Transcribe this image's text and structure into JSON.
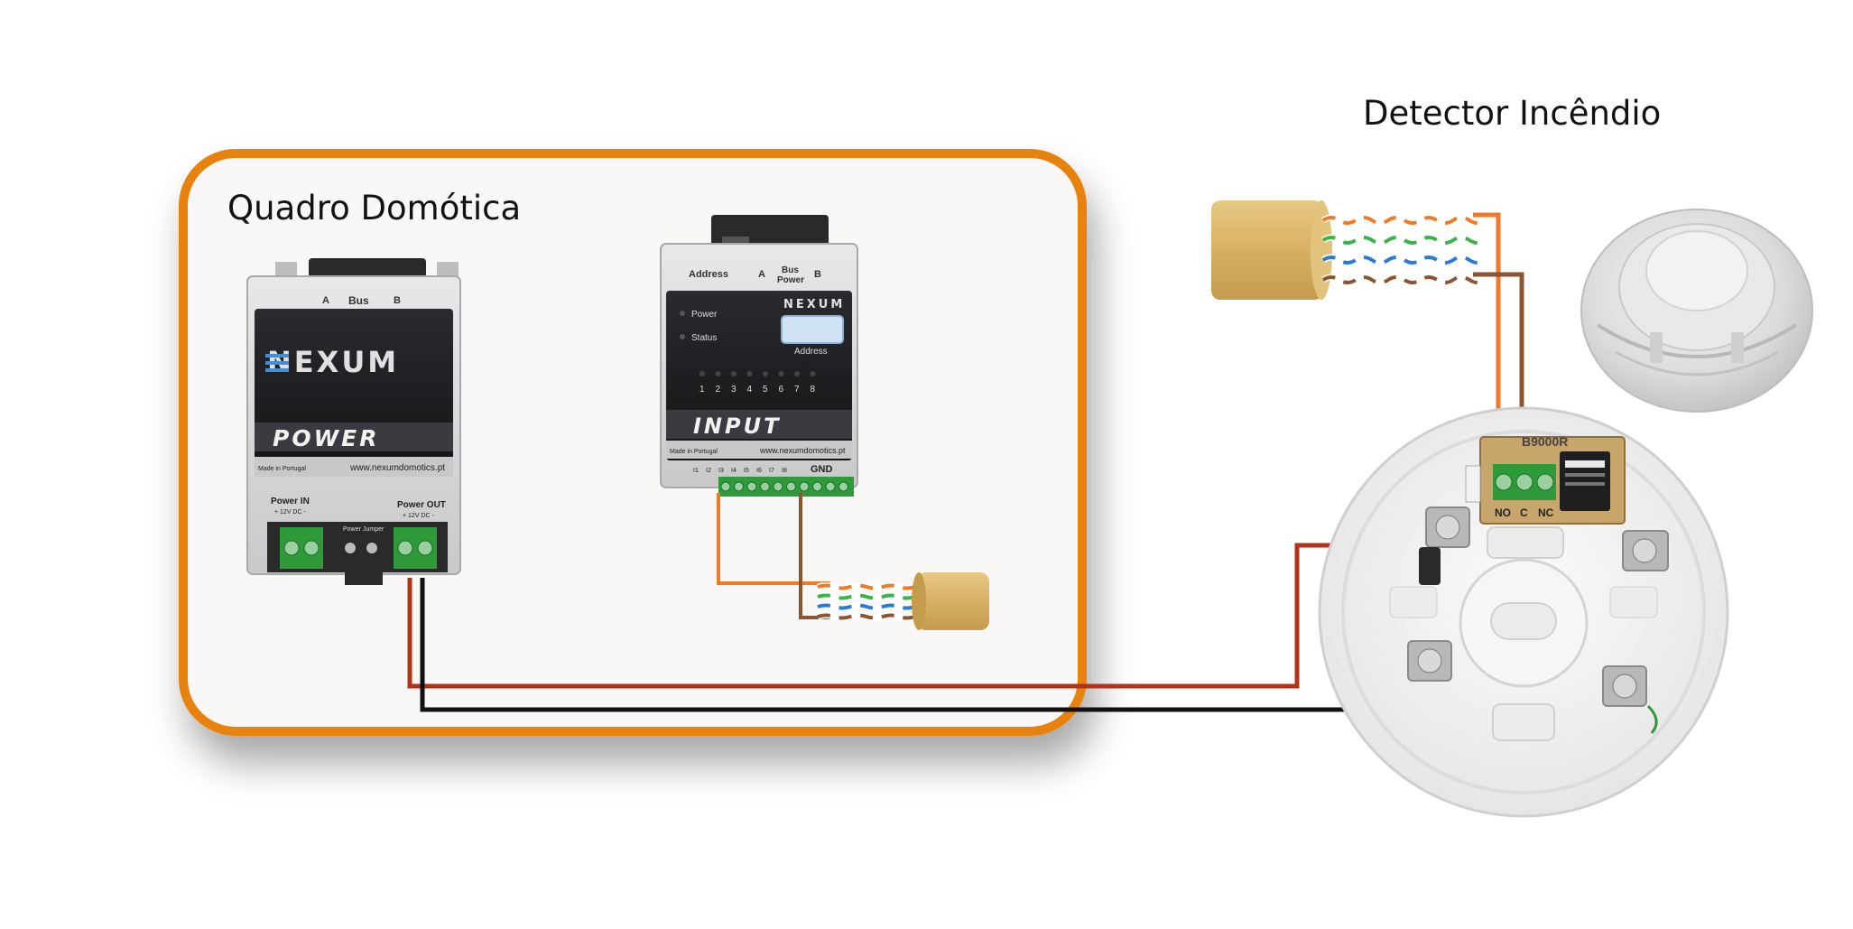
{
  "labels": {
    "panel_title": "Quadro Domótica",
    "detector_title": "Detector Incêndio"
  },
  "power_module": {
    "brand": "NEXUM",
    "name": "POWER",
    "made_in": "Made in Portugal",
    "website": "www.nexumdomotics.pt",
    "top_a": "A",
    "top_bus": "Bus",
    "top_b": "B",
    "power_in": "Power IN",
    "power_in_sub": "+ 12V DC -",
    "power_out": "Power OUT",
    "power_out_sub": "+ 12V DC -",
    "jumper_power": "Power",
    "jumper_label": "Jumper"
  },
  "input_module": {
    "brand": "NEXUM",
    "name": "INPUT",
    "made_in": "Made in Portugal",
    "website": "www.nexumdomotics.pt",
    "top_address": "Address",
    "top_a": "A",
    "top_bus_power_1": "Bus",
    "top_bus_power_2": "Power",
    "top_b": "B",
    "led_power": "Power",
    "led_status": "Status",
    "address_label": "Address",
    "channels": [
      "1",
      "2",
      "3",
      "4",
      "5",
      "6",
      "7",
      "8"
    ],
    "terminals": [
      "I1",
      "I2",
      "I3",
      "I4",
      "I5",
      "I6",
      "I7",
      "I8"
    ],
    "gnd_label": "GND"
  },
  "detector_base": {
    "relay_model": "B9000R",
    "contacts": [
      "NO",
      "C",
      "NC"
    ]
  },
  "colors": {
    "panel_border": "#E6820E",
    "panel_fill": "#FAF8F6",
    "wire_red": "#B0331A",
    "wire_black": "#111111",
    "wire_orange": "#F07A2A",
    "wire_brown": "#8A5530",
    "cable_jacket": "#DDBA6E",
    "module_dark": "#1E1E22"
  },
  "icons": [
    "smoke-detector-icon",
    "detector-base-icon",
    "terminal-block-icon",
    "cable-icon"
  ]
}
